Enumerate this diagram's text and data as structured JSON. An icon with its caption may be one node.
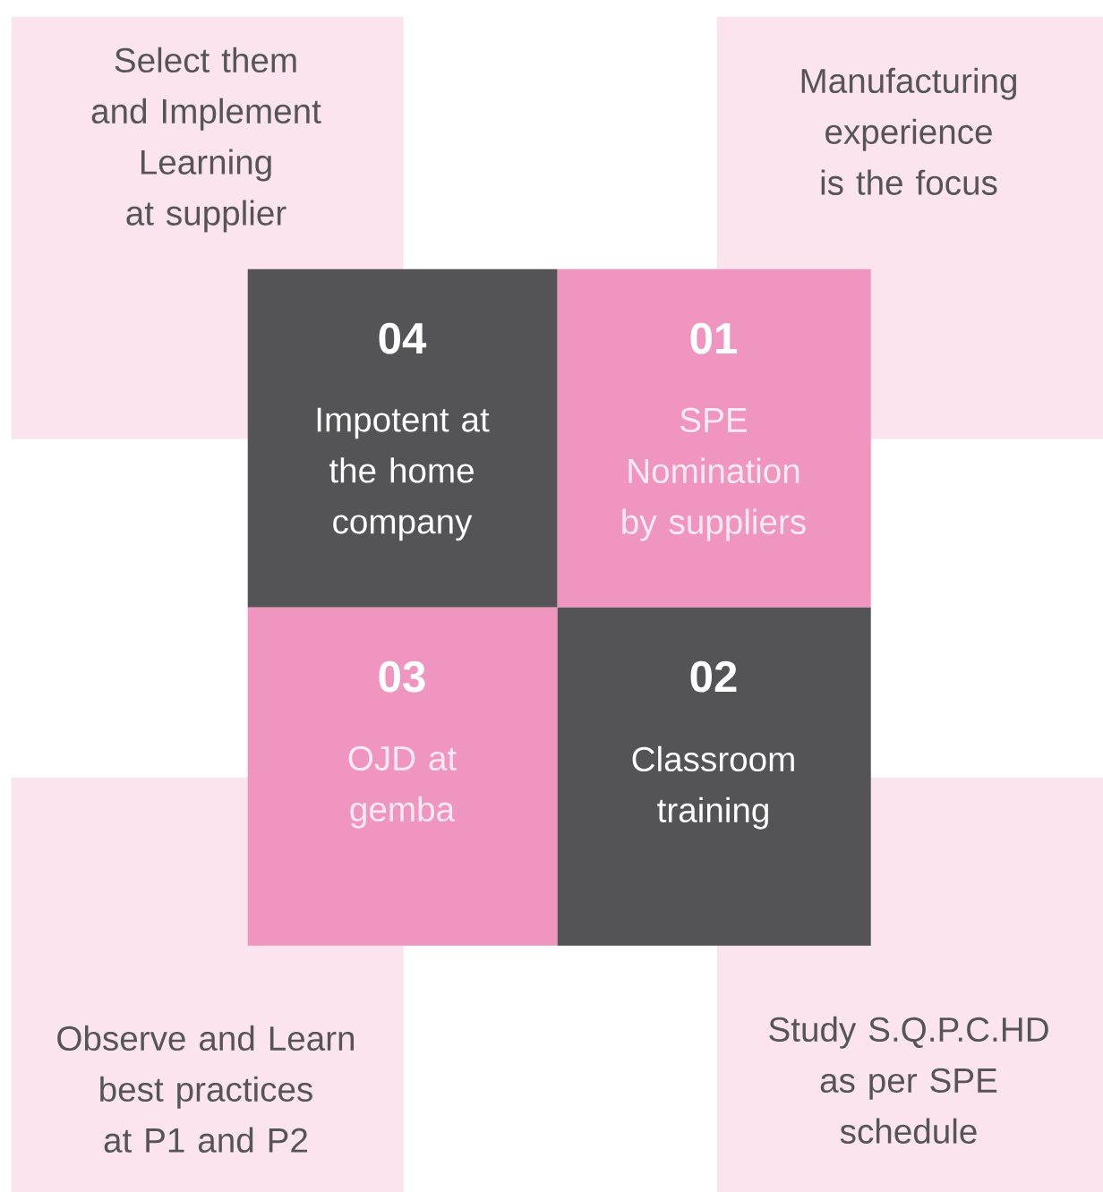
{
  "diagram": {
    "nodes": [
      {
        "text": [
          "Select them and Implement Learning at supplier"
        ]
      },
      {
        "text": [
          "Manufacturing experience is the focus"
        ]
      },
      {
        "text": [
          "04",
          "Impotent at the home company"
        ]
      },
      {
        "text": [
          "01",
          "SPE Nomination by suppliers"
        ]
      },
      {
        "text": [
          "03",
          "OJD at gemba"
        ]
      },
      {
        "text": [
          "02",
          "Classroom training"
        ]
      },
      {
        "text": [
          "Observe and Learn best practices at P1 and P2"
        ]
      },
      {
        "text": [
          "Study S.Q.P.C.HD as per SPE schedule"
        ]
      }
    ]
  }
}
